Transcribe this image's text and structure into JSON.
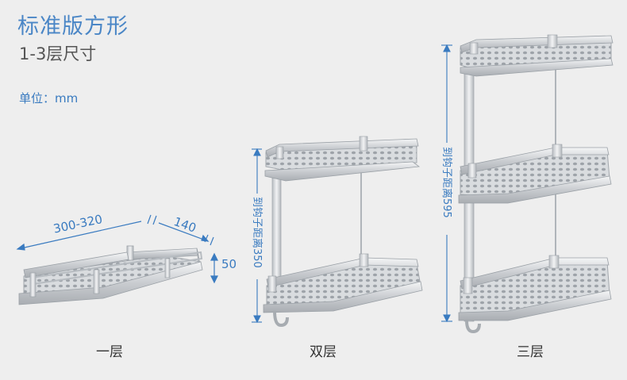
{
  "header": {
    "title": "标准版方形",
    "subtitle": "1-3层尺寸",
    "unit_label": "单位：mm"
  },
  "one_tier": {
    "length_label": "300-320",
    "depth_label": "140",
    "height_label": "50",
    "caption": "一层"
  },
  "two_tier": {
    "spacing_label": "到钩子距离350",
    "caption": "双层"
  },
  "three_tier": {
    "spacing_label": "到钩子距离595",
    "caption": "三层"
  },
  "colors": {
    "title_blue": "#4a86c6",
    "dimension_blue": "#3a7bc0",
    "background": "#eeeeee",
    "aluminum": "#cfd2d6"
  }
}
